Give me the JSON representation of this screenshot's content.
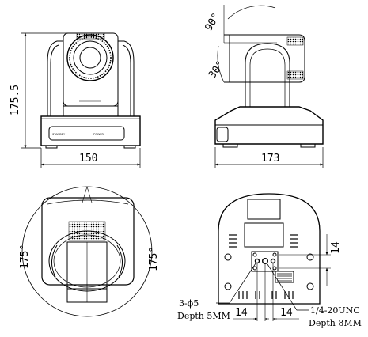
{
  "front_view": {
    "height_label": "175.5",
    "width_label": "150",
    "label_standby": "STANDBY",
    "label_power": "POWER"
  },
  "side_view": {
    "tilt_up_label": "90°",
    "tilt_down_label": "30°",
    "depth_label": "173"
  },
  "top_view": {
    "pan_left_label": "175°",
    "pan_right_label": "175°"
  },
  "bottom_view": {
    "hole_spacing_left": "14",
    "hole_spacing_right": "14",
    "hole_spacing_vertical": "14",
    "holes_label": "3-ϕ5",
    "holes_depth_label": "Depth 5MM",
    "thread_label": "1/4-20UNC",
    "thread_depth_label": "Depth 8MM"
  }
}
